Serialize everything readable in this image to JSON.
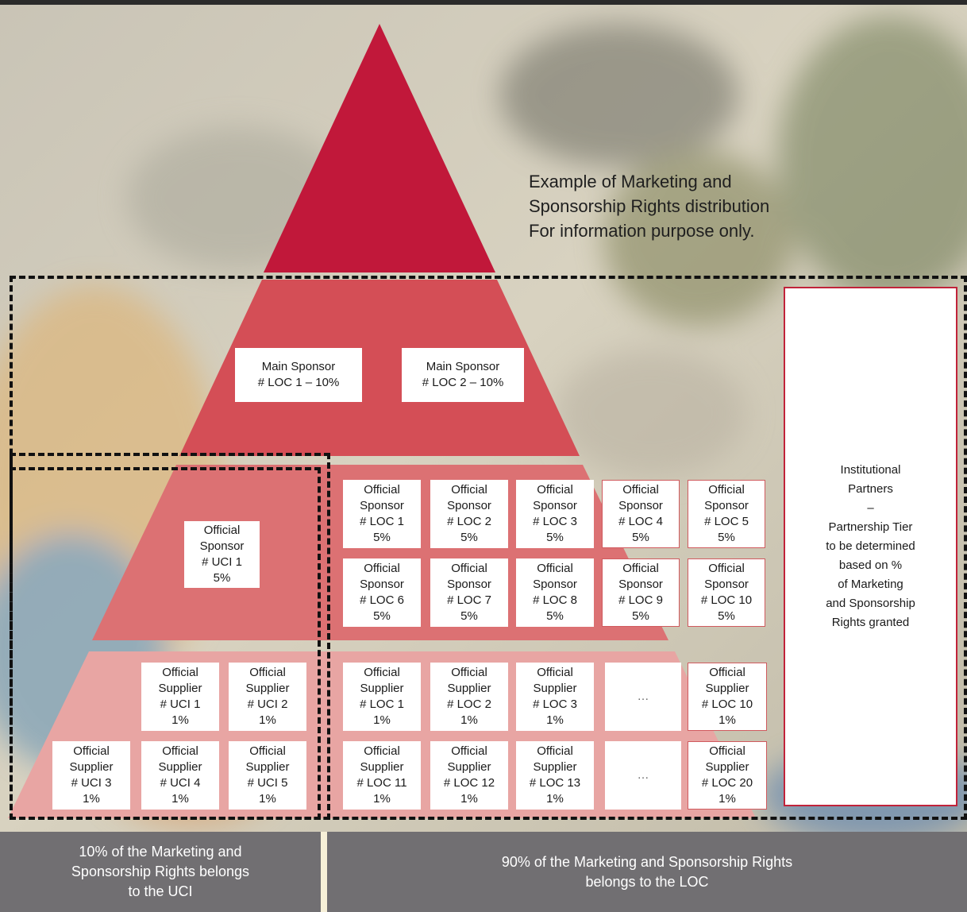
{
  "heading": {
    "lines": "Example of Marketing and\nSponsorship Rights distribution\nFor information purpose only."
  },
  "tier1": {
    "main_sponsor_1": "Main Sponsor\n# LOC 1 – 10%",
    "main_sponsor_2": "Main Sponsor\n# LOC 2 – 10%"
  },
  "tier2": {
    "uci_official_sponsor": "Official\nSponsor\n# UCI 1\n5%",
    "loc_official_sponsors": [
      "Official\nSponsor\n# LOC 1\n5%",
      "Official\nSponsor\n# LOC 2\n5%",
      "Official\nSponsor\n# LOC 3\n5%",
      "Official\nSponsor\n# LOC 4\n5%",
      "Official\nSponsor\n# LOC 5\n5%",
      "Official\nSponsor\n# LOC 6\n5%",
      "Official\nSponsor\n# LOC 7\n5%",
      "Official\nSponsor\n# LOC 8\n5%",
      "Official\nSponsor\n# LOC 9\n5%",
      "Official\nSponsor\n# LOC 10\n5%"
    ]
  },
  "tier3": {
    "uci_suppliers": [
      "Official\nSupplier\n# UCI 1\n1%",
      "Official\nSupplier\n# UCI 2\n1%",
      "Official\nSupplier\n# UCI 3\n1%",
      "Official\nSupplier\n# UCI 4\n1%",
      "Official\nSupplier\n# UCI 5\n1%"
    ],
    "loc_suppliers_row1": [
      "Official\nSupplier\n# LOC 1\n1%",
      "Official\nSupplier\n# LOC 2\n1%",
      "Official\nSupplier\n# LOC 3\n1%",
      "…",
      "Official\nSupplier\n# LOC 10\n1%"
    ],
    "loc_suppliers_row2": [
      "Official\nSupplier\n# LOC 11\n1%",
      "Official\nSupplier\n# LOC 12\n1%",
      "Official\nSupplier\n# LOC 13\n1%",
      "…",
      "Official\nSupplier\n# LOC 20\n1%"
    ]
  },
  "institutional_partners": "Institutional\nPartners\n–\nPartnership Tier\nto be determined\nbased on %\nof Marketing\nand Sponsorship\nRights granted",
  "footer": {
    "uci_share": "10% of the Marketing and\nSponsorship Rights belongs\nto the UCI",
    "loc_share": "90% of the Marketing and Sponsorship Rights\nbelongs to the LOC"
  },
  "colors": {
    "apex": "#c1183a",
    "tier1": "#d44e56",
    "tier2": "#dc7173",
    "tier3": "#e8a5a3",
    "footer": "#716f72"
  }
}
